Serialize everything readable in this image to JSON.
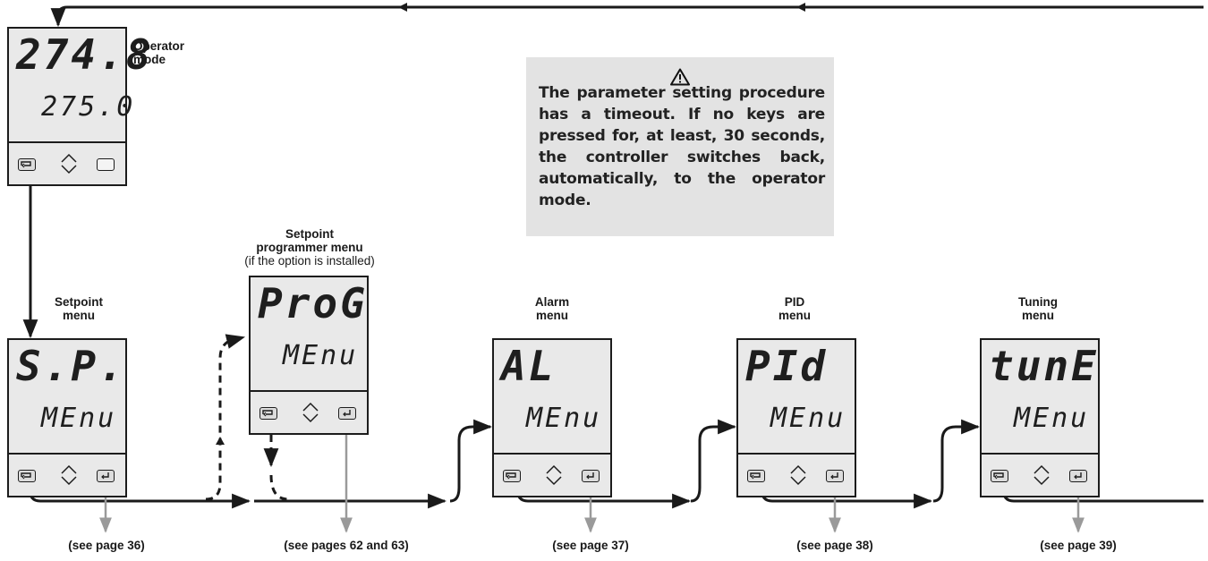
{
  "operator": {
    "label": "Operator\nmode",
    "display_top": "274.8",
    "display_bottom": "275.0"
  },
  "warning": {
    "icon": "warning-triangle-icon",
    "text": "The parameter setting procedure has a timeout. If no keys are pressed for, at least, 30 seconds, the controller switches back, automatically, to the operator mode."
  },
  "menus": [
    {
      "id": "setpoint",
      "title": "Setpoint\nmenu",
      "display_top": "S.P.",
      "display_bottom": "MEnu",
      "ref": "(see page 36)"
    },
    {
      "id": "programmer",
      "title": "Setpoint\nprogrammer menu",
      "subtitle": "(if the option is installed)",
      "display_top": "ProG",
      "display_bottom": "MEnu",
      "ref": "(see pages 62 and 63)"
    },
    {
      "id": "alarm",
      "title": "Alarm\nmenu",
      "display_top": "AL",
      "display_bottom": "MEnu",
      "ref": "(see page 37)"
    },
    {
      "id": "pid",
      "title": "PID\nmenu",
      "display_top": "PId",
      "display_bottom": "MEnu",
      "ref": "(see page 38)"
    },
    {
      "id": "tuning",
      "title": "Tuning\nmenu",
      "display_top": "tunE",
      "display_bottom": "MEnu",
      "ref": "(see page 39)"
    }
  ],
  "keys": {
    "left": "scroll-key-icon",
    "middle": "up-down-arrows-icon",
    "right": "enter-key-icon"
  },
  "colors": {
    "flow_line": "#1a1a1a",
    "reference_arrow": "#9a9a9a",
    "display_bg": "#e9e9e9",
    "warning_bg": "#e3e3e3"
  }
}
